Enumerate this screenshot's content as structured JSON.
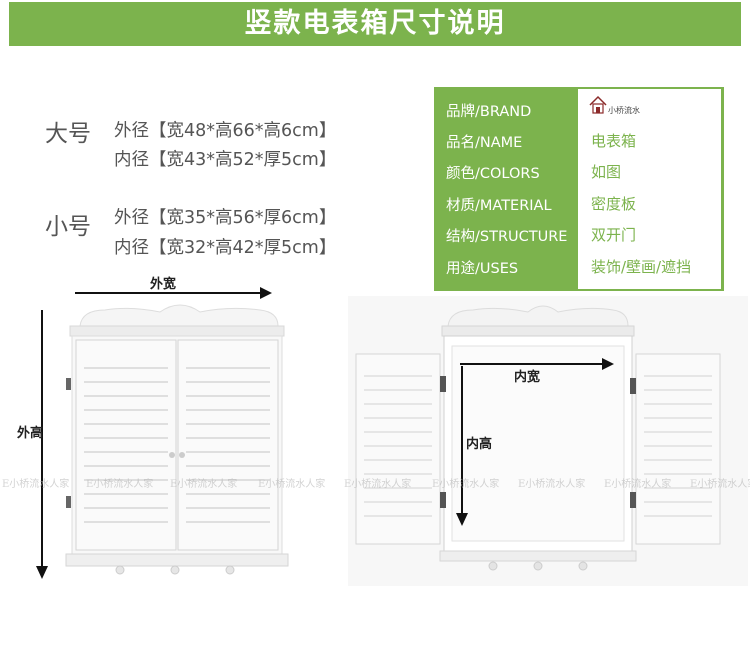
{
  "banner": {
    "title": "竖款电表箱尺寸说明"
  },
  "sizes": {
    "large": {
      "label": "大号",
      "outer": "外径【宽48*高66*高6cm】",
      "inner": "内径【宽43*高52*厚5cm】"
    },
    "small": {
      "label": "小号",
      "outer": "外径【宽35*高56*厚6cm】",
      "inner": "内径【宽32*高42*厚5cm】"
    }
  },
  "product_info": {
    "rows": [
      {
        "label": "品牌/BRAND",
        "value": ""
      },
      {
        "label": "品名/NAME",
        "value": "电表箱"
      },
      {
        "label": "颜色/COLORS",
        "value": "如图"
      },
      {
        "label": "材质/MATERIAL",
        "value": "密度板"
      },
      {
        "label": "结构/STRUCTURE",
        "value": "双开门"
      },
      {
        "label": "用途/USES",
        "value": "装饰/壁画/遮挡"
      }
    ],
    "logo_text": "小桥流水"
  },
  "dimensions": {
    "outer_width": "外宽",
    "outer_height": "外高",
    "inner_width": "内宽",
    "inner_height": "内高"
  },
  "watermark": "E小桥流水人家",
  "colors": {
    "accent": "#7cb34d",
    "text": "#555555"
  }
}
